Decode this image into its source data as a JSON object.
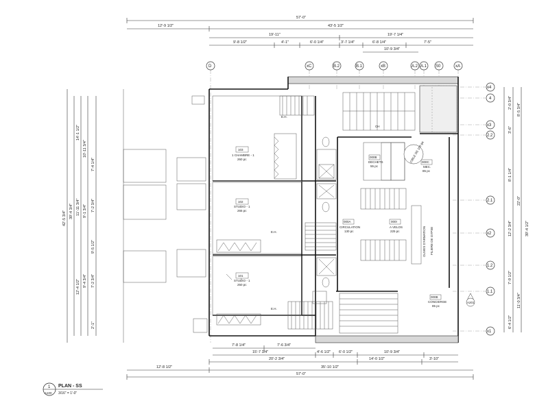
{
  "dims_top": {
    "overall": "57'-0\"",
    "left": "12'-9 1/2\"",
    "right": "43'-5 1/2\"",
    "a": "19'-11\"",
    "b": "19'-7 1/4\"",
    "c": "9'-8 1/2\"",
    "d": "4'-1\"",
    "e": "6'-0 1/4\"",
    "f": "3'-7 1/4\"",
    "g": "6'-8 1/4\"",
    "h": "7'-5\"",
    "i": "10'-9 3/4\""
  },
  "dims_bottom": {
    "a": "7'-8 1/4\"",
    "b": "7'-6 3/4\"",
    "c": "15'-7 3/4\"",
    "d": "4'-6 1/2\"",
    "e": "6'-0 1/2\"",
    "f": "10'-9 3/4\"",
    "g": "20'-2 3/4\"",
    "h": "14'-0 1/2\"",
    "i": "3'-10\"",
    "j": "35'-10 1/2\"",
    "left": "12'-8 1/2\"",
    "overall": "57'-0\""
  },
  "dims_left": [
    "42'-5 3/4\"",
    "39'-4 3/4\"",
    "14'-1 1/2\"",
    "10'-11 3/4\"",
    "7'-4 1/4\"",
    "11'-11 3/4\"",
    "9'-1 3/4\"",
    "7'-2 3/4\"",
    "9'-5 1/2\"",
    "12'-4 1/2\"",
    "9'-4 3/4\"",
    "7'-2 3/4\"",
    "2'-1\""
  ],
  "dims_right": [
    "2'-0 3/4\"",
    "8'-5 3/4\"",
    "3'-6\"",
    "8'-1 1/4\"",
    "22'-0\"",
    "39'-4 1/2\"",
    "12'-2 3/4\"",
    "7'-9 1/2\"",
    "11'-0 3/4\"",
    "6'-4 1/2\""
  ],
  "grid_top": [
    "D",
    "xC",
    "B.2",
    "B.1",
    "xB",
    "A.2",
    "A.1",
    "S0",
    "xA"
  ],
  "grid_right": [
    "x4",
    "4",
    "x3",
    "2.2",
    "2.1",
    "x2",
    "1.2",
    "1.1",
    "x1"
  ],
  "rooms": [
    {
      "num": "103",
      "name": "1 CHAMBRE - 1",
      "area": "260 pc"
    },
    {
      "num": "102",
      "name": "STUDIO - 1",
      "area": "265 pc"
    },
    {
      "num": "101",
      "name": "STUDIO - 1",
      "area": "250 pc"
    },
    {
      "num": "000B",
      "name": "DECHETS",
      "area": "55 pc"
    },
    {
      "num": "000C",
      "name": "MEC.",
      "area": "85 pc"
    },
    {
      "num": "000A",
      "name": "CIRCULATION",
      "area": "130 pc"
    },
    {
      "num": "000I",
      "name": "A VELOS",
      "area": "225 pc"
    },
    {
      "num": "000B",
      "name": "CONCIERGE",
      "area": "85 pc"
    }
  ],
  "labels": {
    "eh1": "E.H.",
    "eh2": "E.H.",
    "eh3": "E.H.",
    "boiler": "CIBLE DE 100 ga",
    "fire_ext": "FILIERE DE GYPSE",
    "section_ref": "A201",
    "right_wall_note": "OLIVES D'ARMATION",
    "stair_note": "CH"
  },
  "title_block": {
    "number": "1",
    "sheet": "A100",
    "title": "PLAN - SS",
    "scale": "3/16\" = 1'-0\""
  }
}
